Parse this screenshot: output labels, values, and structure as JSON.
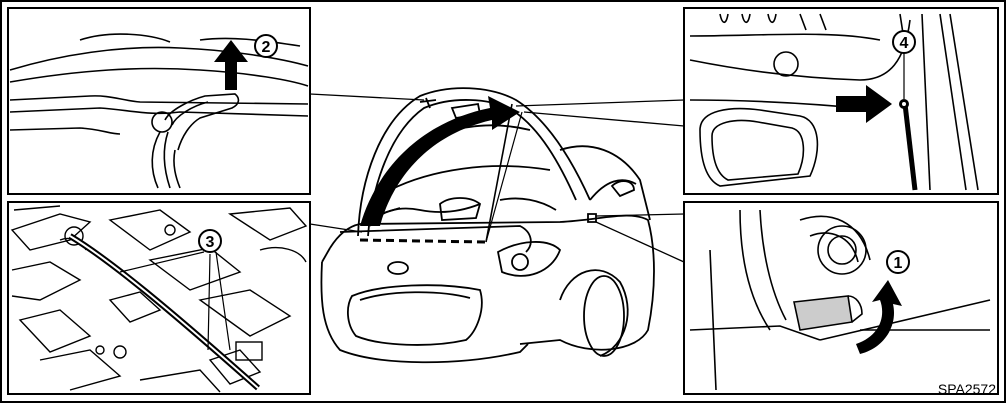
{
  "callouts": {
    "c1": "1",
    "c2": "2",
    "c3": "3",
    "c4": "4"
  },
  "figure_code": "SPA2572",
  "colors": {
    "ink": "#000000",
    "paper": "#ffffff",
    "shade": "#e6e6e6"
  }
}
